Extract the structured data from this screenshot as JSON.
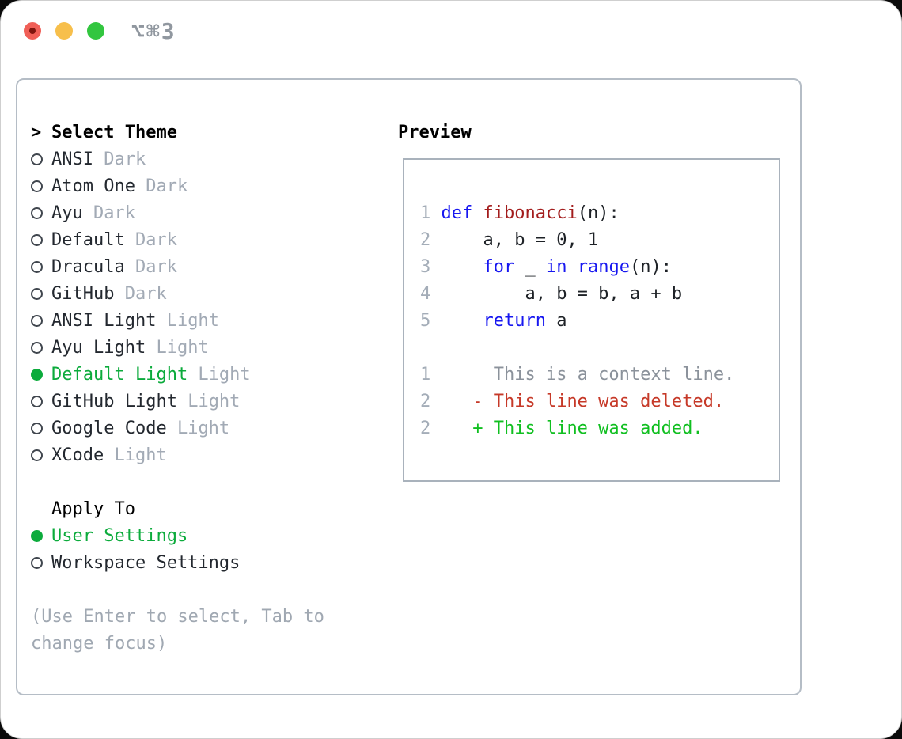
{
  "titlebar": {
    "shortcut": "⌥⌘3"
  },
  "colors": {
    "tl-red": "#f05f57",
    "tl-red-dot": "#7f150e",
    "tl-yellow": "#f7bf4b",
    "tl-green": "#32c63f",
    "shortcut": "#90979f",
    "win-border": "#b5bdc6",
    "box-border": "#a9b2bc",
    "radio": "#40464e",
    "green": "#0cab3c",
    "text": "#23282f",
    "muted": "#a2aab5",
    "help": "#a0a8b2",
    "lineno": "#a4adb8",
    "kw": "#1717f0",
    "fn": "#a31d1d",
    "code": "#1d2126",
    "ctx": "#8b929b",
    "del": "#c63928",
    "add": "#10bf20"
  },
  "theme_list": {
    "prompt": ">",
    "header": "Select Theme",
    "items": [
      {
        "name": "ANSI",
        "variant": "Dark",
        "selected": false
      },
      {
        "name": "Atom One",
        "variant": "Dark",
        "selected": false
      },
      {
        "name": "Ayu",
        "variant": "Dark",
        "selected": false
      },
      {
        "name": "Default",
        "variant": "Dark",
        "selected": false
      },
      {
        "name": "Dracula",
        "variant": "Dark",
        "selected": false
      },
      {
        "name": "GitHub",
        "variant": "Dark",
        "selected": false
      },
      {
        "name": "ANSI Light",
        "variant": "Light",
        "selected": false
      },
      {
        "name": "Ayu Light",
        "variant": "Light",
        "selected": false
      },
      {
        "name": "Default Light",
        "variant": "Light",
        "selected": true
      },
      {
        "name": "GitHub Light",
        "variant": "Light",
        "selected": false
      },
      {
        "name": "Google Code",
        "variant": "Light",
        "selected": false
      },
      {
        "name": "XCode",
        "variant": "Light",
        "selected": false
      }
    ]
  },
  "apply_to": {
    "header": "Apply To",
    "options": [
      {
        "name": "User Settings",
        "selected": true
      },
      {
        "name": "Workspace Settings",
        "selected": false
      }
    ]
  },
  "help": {
    "line1": "(Use Enter to select, Tab to",
    "line2": "change focus)"
  },
  "preview": {
    "header": "Preview",
    "lines": [
      {
        "segments": [
          [
            "lineno",
            "1 "
          ],
          [
            "kw",
            "def"
          ],
          [
            "code",
            " "
          ],
          [
            "fn",
            "fibonacci"
          ],
          [
            "code",
            "(n):"
          ]
        ]
      },
      {
        "segments": [
          [
            "lineno",
            "2 "
          ],
          [
            "code",
            "    a, b = 0, 1"
          ]
        ]
      },
      {
        "segments": [
          [
            "lineno",
            "3 "
          ],
          [
            "code",
            "    "
          ],
          [
            "kw",
            "for"
          ],
          [
            "code",
            " _ "
          ],
          [
            "kw",
            "in"
          ],
          [
            "code",
            " "
          ],
          [
            "kw",
            "range"
          ],
          [
            "code",
            "(n):"
          ]
        ]
      },
      {
        "segments": [
          [
            "lineno",
            "4 "
          ],
          [
            "code",
            "        a, b = b, a + b"
          ]
        ]
      },
      {
        "segments": [
          [
            "lineno",
            "5 "
          ],
          [
            "code",
            "    "
          ],
          [
            "kw",
            "return"
          ],
          [
            "code",
            " a"
          ]
        ]
      },
      {
        "segments": []
      },
      {
        "segments": [
          [
            "lineno",
            "1 "
          ],
          [
            "ctx",
            "     This is a context line."
          ]
        ]
      },
      {
        "segments": [
          [
            "lineno",
            "2 "
          ],
          [
            "del",
            "   - This line was deleted."
          ]
        ]
      },
      {
        "segments": [
          [
            "lineno",
            "2 "
          ],
          [
            "add",
            "   + This line was added."
          ]
        ]
      }
    ]
  }
}
